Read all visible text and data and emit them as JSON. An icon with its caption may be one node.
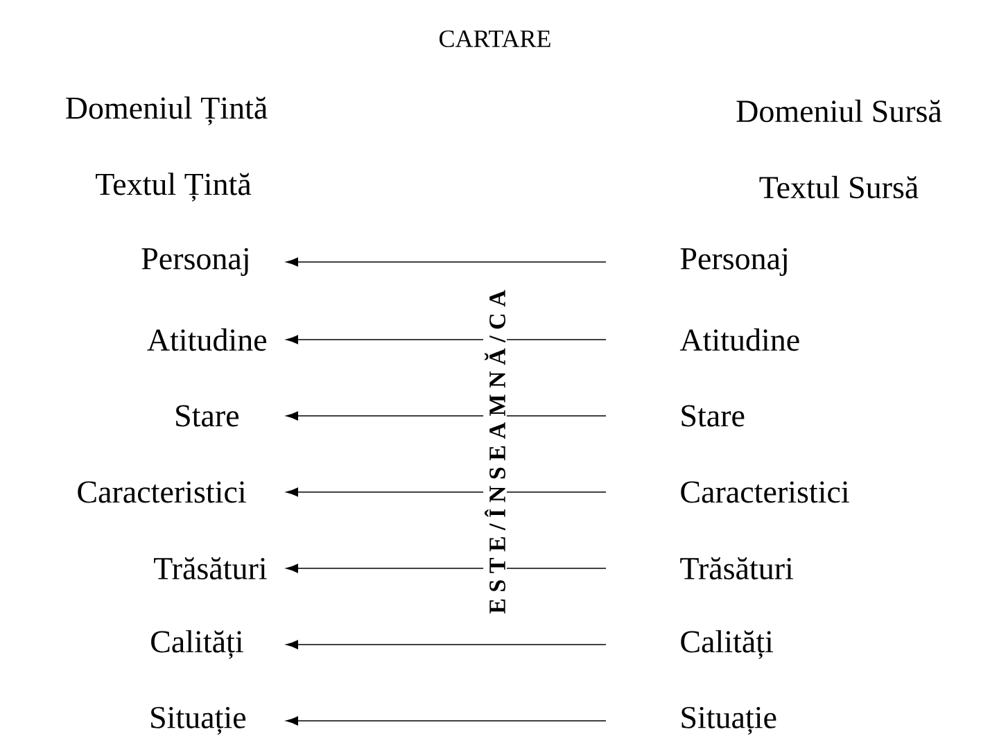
{
  "diagram": {
    "title": "CARTARE",
    "nodes": [
      {
        "text": [
          "Domeniul Țintă"
        ]
      },
      {
        "text": [
          "Domeniul Sursă"
        ]
      },
      {
        "text": [
          "Textul Țintă"
        ]
      },
      {
        "text": [
          "Textul Sursă"
        ]
      },
      {
        "text": [
          "Personaj"
        ]
      },
      {
        "text": [
          "Personaj"
        ]
      },
      {
        "text": [
          "Atitudine"
        ]
      },
      {
        "text": [
          "Atitudine"
        ]
      },
      {
        "text": [
          "Stare"
        ]
      },
      {
        "text": [
          "Stare"
        ]
      },
      {
        "text": [
          "Caracteristici"
        ]
      },
      {
        "text": [
          "Caracteristici"
        ]
      },
      {
        "text": [
          "Trăsături"
        ]
      },
      {
        "text": [
          "Trăsături"
        ]
      },
      {
        "text": [
          "Calități"
        ]
      },
      {
        "text": [
          "Calități"
        ]
      },
      {
        "text": [
          "Situație"
        ]
      },
      {
        "text": [
          "Situație"
        ]
      }
    ],
    "edges": [
      {
        "from": 5,
        "to": 4,
        "arrow": "to"
      },
      {
        "from": 7,
        "to": 6,
        "arrow": "to"
      },
      {
        "from": 9,
        "to": 8,
        "arrow": "to"
      },
      {
        "from": 11,
        "to": 10,
        "arrow": "to"
      },
      {
        "from": 13,
        "to": 12,
        "arrow": "to"
      },
      {
        "from": 15,
        "to": 14,
        "arrow": "to"
      },
      {
        "from": 17,
        "to": 16,
        "arrow": "to"
      }
    ],
    "labels": [
      "E S T E / Î N S E A M N Ă / C A"
    ]
  }
}
